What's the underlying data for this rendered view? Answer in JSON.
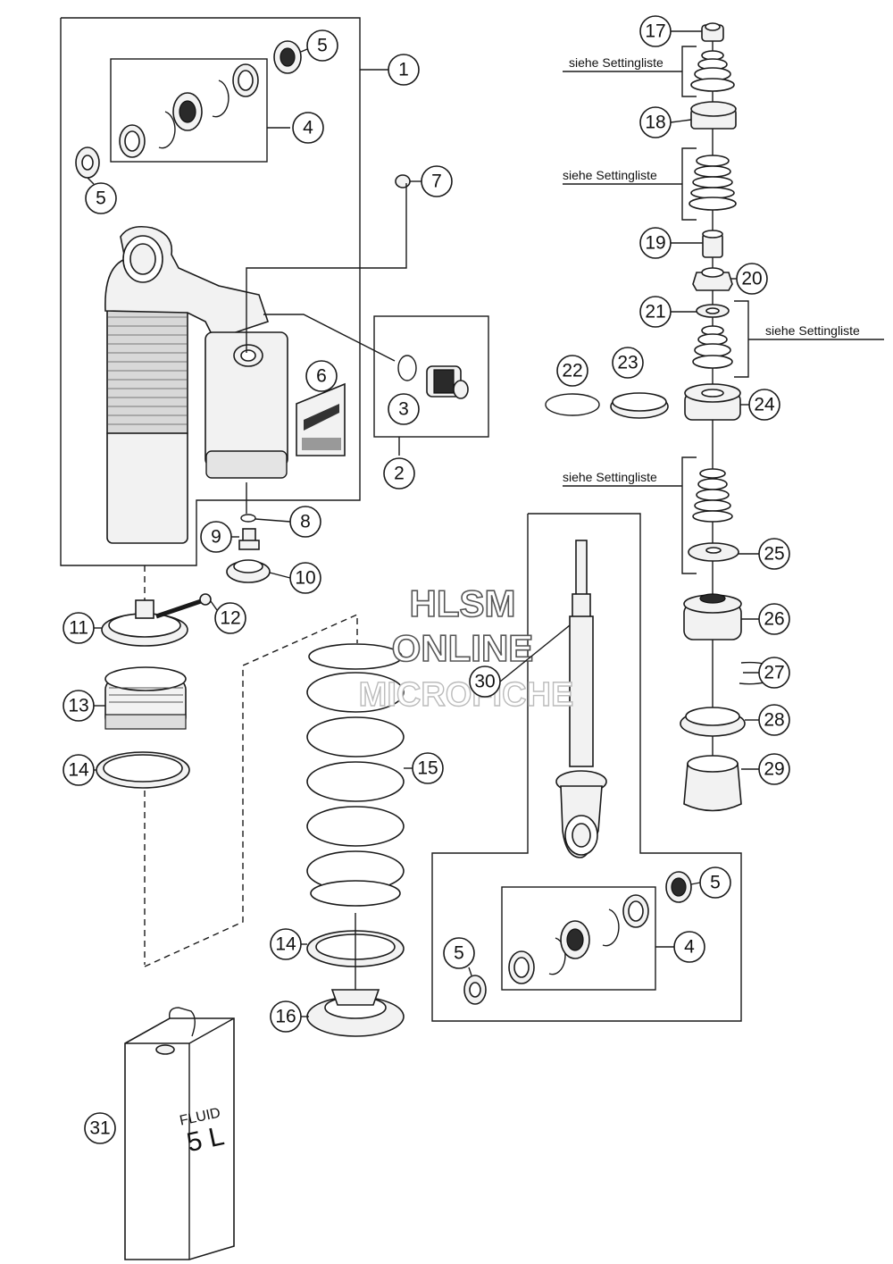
{
  "watermark": {
    "line1": "HLSM",
    "line2": "ONLINE",
    "line3": "MICROFICHE"
  },
  "notes": {
    "setting_17": "siehe Settingliste",
    "setting_18": "siehe Settingliste",
    "setting_21": "siehe Settingliste",
    "setting_25": "siehe Settingliste"
  },
  "canister": {
    "label": "FLUID",
    "volume": "5 L"
  },
  "callouts": {
    "c1": "1",
    "c2": "2",
    "c3": "3",
    "c4a": "4",
    "c4b": "4",
    "c5a": "5",
    "c5b": "5",
    "c5c": "5",
    "c5d": "5",
    "c6": "6",
    "c7": "7",
    "c8": "8",
    "c9": "9",
    "c10": "10",
    "c11": "11",
    "c12": "12",
    "c13": "13",
    "c14a": "14",
    "c14b": "14",
    "c15": "15",
    "c16": "16",
    "c17": "17",
    "c18": "18",
    "c19": "19",
    "c20": "20",
    "c21": "21",
    "c22": "22",
    "c23": "23",
    "c24": "24",
    "c25": "25",
    "c26": "26",
    "c27": "27",
    "c28": "28",
    "c29": "29",
    "c30": "30",
    "c31": "31"
  }
}
